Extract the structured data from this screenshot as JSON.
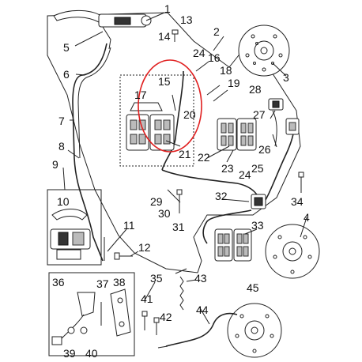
{
  "diagram": {
    "callouts": [
      "1",
      "2",
      "3",
      "4",
      "5",
      "6",
      "7",
      "8",
      "9",
      "10",
      "11",
      "12",
      "13",
      "14",
      "15",
      "16",
      "17",
      "18",
      "19",
      "20",
      "21",
      "22",
      "23",
      "24",
      "24",
      "25",
      "26",
      "27",
      "28",
      "29",
      "30",
      "31",
      "32",
      "33",
      "34",
      "35",
      "36",
      "37",
      "38",
      "39",
      "40",
      "41",
      "42",
      "43",
      "44",
      "45"
    ],
    "highlight": {
      "color": "#e02020"
    },
    "colors": {
      "line": "#222222",
      "background": "#ffffff"
    }
  }
}
